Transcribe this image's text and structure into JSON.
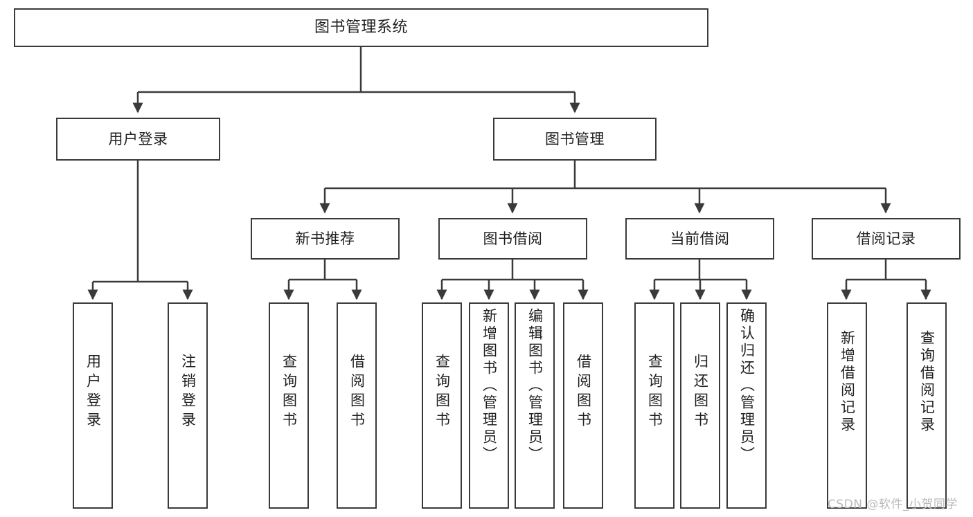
{
  "diagram": {
    "title": "图书管理系统",
    "type": "tree-hierarchy",
    "root": {
      "label": "图书管理系统"
    },
    "level2": [
      {
        "label": "用户登录"
      },
      {
        "label": "图书管理"
      }
    ],
    "level3": [
      {
        "label": "新书推荐"
      },
      {
        "label": "图书借阅"
      },
      {
        "label": "当前借阅"
      },
      {
        "label": "借阅记录"
      }
    ],
    "leaves": {
      "user_login": [
        {
          "label": "用户登录"
        },
        {
          "label": "注销登录"
        }
      ],
      "new_book_recommend": [
        {
          "label": "查询图书"
        },
        {
          "label": "借阅图书"
        }
      ],
      "book_borrow": [
        {
          "label": "查询图书"
        },
        {
          "label": "新增图书（管理员）"
        },
        {
          "label": "编辑图书（管理员）"
        },
        {
          "label": "借阅图书"
        }
      ],
      "current_borrow": [
        {
          "label": "查询图书"
        },
        {
          "label": "归还图书"
        },
        {
          "label": "确认归还（管理员）"
        }
      ],
      "borrow_record": [
        {
          "label": "新增借阅记录"
        },
        {
          "label": "查询借阅记录"
        }
      ]
    }
  },
  "watermark": {
    "text": "CSDN @软件_小贺同学"
  },
  "colors": {
    "border": "#3a3a3a",
    "text": "#1f1f1f",
    "background": "#ffffff",
    "watermark": "#b9b9b9"
  }
}
